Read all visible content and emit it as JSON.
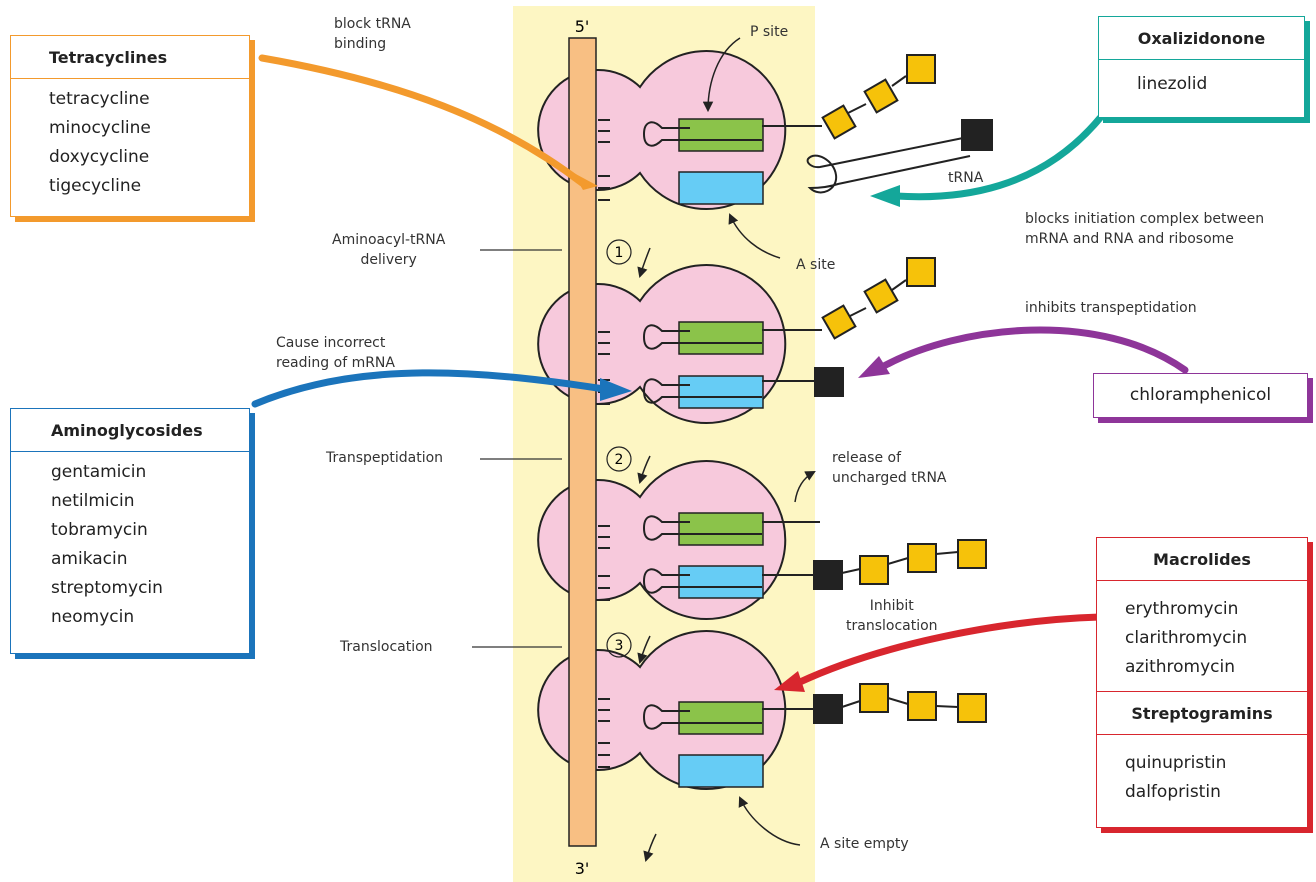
{
  "strand": {
    "five_prime": "5'",
    "three_prime": "3'"
  },
  "steps": {
    "s1": "1",
    "s2": "2",
    "s3": "3"
  },
  "labels": {
    "block_trna": [
      "block tRNA",
      "binding"
    ],
    "p_site": "P site",
    "a_site": "A site",
    "trna": "tRNA",
    "blocks_initiation": [
      "blocks initiation complex between",
      "mRNA and RNA and ribosome"
    ],
    "aminoacyl": [
      "Aminoacyl-tRNA",
      "delivery"
    ],
    "inhibits_transpeptidation": "inhibits transpeptidation",
    "cause_incorrect": [
      "Cause incorrect",
      "reading of mRNA"
    ],
    "transpeptidation": "Transpeptidation",
    "release": [
      "release of",
      "uncharged tRNA"
    ],
    "inhibit_translocation": [
      "Inhibit",
      "translocation"
    ],
    "translocation": "Translocation",
    "a_site_empty": "A site empty"
  },
  "boxes": {
    "tetracyclines": {
      "title": "Tetracyclines",
      "items": [
        "tetracycline",
        "minocycline",
        "doxycycline",
        "tigecycline"
      ]
    },
    "aminoglycosides": {
      "title": "Aminoglycosides",
      "items": [
        "gentamicin",
        "netilmicin",
        "tobramycin",
        "amikacin",
        "streptomycin",
        "neomycin"
      ]
    },
    "oxalizidonone": {
      "title": "Oxalizidonone",
      "items": [
        "linezolid"
      ]
    },
    "chloramphenicol": {
      "title": "chloramphenicol"
    },
    "macrolides": {
      "title": "Macrolides",
      "items": [
        "erythromycin",
        "clarithromycin",
        "azithromycin"
      ]
    },
    "streptogramins": {
      "title": "Streptogramins",
      "items": [
        "quinupristin",
        "dalfopristin"
      ]
    }
  },
  "colors": {
    "background": "#fdf6c3",
    "mrna": "#f8bf83",
    "ribosome": "#f7c9dc",
    "p_site": "#8bc34a",
    "a_site": "#66ccf5",
    "amino_acid": "#f6c20a",
    "tetracyclines": "#f39a2d",
    "aminoglycosides": "#1b74bb",
    "oxalizidonone": "#14a79a",
    "chloramphenicol": "#8e3599",
    "macrolides": "#d8262e"
  }
}
